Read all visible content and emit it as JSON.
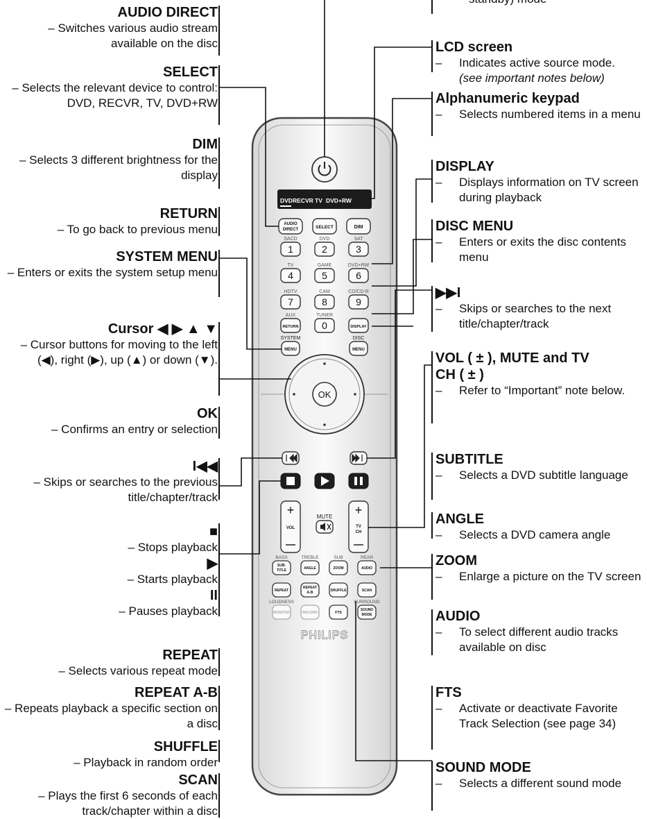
{
  "left_labels": [
    {
      "key": "audio_direct",
      "heading": "AUDIO DIRECT",
      "desc": "– Switches various audio stream available on the disc"
    },
    {
      "key": "select",
      "heading": "SELECT",
      "desc": "– Selects the relevant device to control: DVD, RECVR, TV, DVD+RW"
    },
    {
      "key": "dim",
      "heading": "DIM",
      "desc": "– Selects 3 different brightness for the display"
    },
    {
      "key": "return",
      "heading": "RETURN",
      "desc": "– To go back to previous menu"
    },
    {
      "key": "system_menu",
      "heading": "SYSTEM MENU",
      "desc": "– Enters or exits the system setup menu"
    },
    {
      "key": "cursor",
      "heading": "Cursor ◀ ▶ ▲ ▼",
      "desc": "– Cursor buttons for moving to the left (◀), right (▶), up (▲) or down (▼)."
    },
    {
      "key": "ok",
      "heading": "OK",
      "desc": "– Confirms an entry or selection"
    },
    {
      "key": "prev",
      "heading": "I◀◀",
      "desc": "– Skips or searches to the previous title/chapter/track"
    },
    {
      "key": "stop",
      "heading": "■",
      "desc": "– Stops playback"
    },
    {
      "key": "play",
      "heading": "▶",
      "desc": "– Starts playback"
    },
    {
      "key": "pause",
      "heading": "II",
      "desc": "– Pauses playback"
    },
    {
      "key": "repeat",
      "heading": "REPEAT",
      "desc": "– Selects various repeat mode"
    },
    {
      "key": "repeat_ab",
      "heading": "REPEAT A-B",
      "desc": "– Repeats playback a specific section on a disc"
    },
    {
      "key": "shuffle",
      "heading": "SHUFFLE",
      "desc": "– Playback in random order"
    },
    {
      "key": "scan",
      "heading": "SCAN",
      "desc": "– Plays the first 6 seconds of each track/chapter within a disc"
    }
  ],
  "right_labels": [
    {
      "key": "standby_tail",
      "heading": "",
      "desc": "standby) mode"
    },
    {
      "key": "lcd",
      "heading": "LCD screen",
      "desc": "Indicates active source mode.",
      "note": "(see important notes below)"
    },
    {
      "key": "keypad",
      "heading": "Alphanumeric keypad",
      "desc": "Selects numbered items in a menu"
    },
    {
      "key": "display",
      "heading": "DISPLAY",
      "desc": "Displays information on TV screen during playback"
    },
    {
      "key": "disc_menu",
      "heading": "DISC MENU",
      "desc": "Enters or exits the disc contents menu"
    },
    {
      "key": "next",
      "heading": "▶▶I",
      "desc": "Skips or searches to the next title/chapter/track"
    },
    {
      "key": "vol",
      "heading": "VOL ( ± ), MUTE and TV CH ( ± )",
      "desc": "Refer to “Important” note below."
    },
    {
      "key": "subtitle",
      "heading": "SUBTITLE",
      "desc": "Selects a DVD subtitle language"
    },
    {
      "key": "angle",
      "heading": "ANGLE",
      "desc": "Selects a DVD camera angle"
    },
    {
      "key": "zoom",
      "heading": "ZOOM",
      "desc": "Enlarge a picture on the TV screen"
    },
    {
      "key": "audio",
      "heading": "AUDIO",
      "desc": "To select different audio tracks available on disc"
    },
    {
      "key": "fts",
      "heading": "FTS",
      "desc": "Activate or deactivate Favorite Track Selection (see page 34)"
    },
    {
      "key": "sound_mode",
      "heading": "SOUND MODE",
      "desc": "Selects a different sound mode"
    }
  ],
  "remote": {
    "lcd_items": [
      "DVD",
      "RECVR",
      "TV",
      "DVD+RW"
    ],
    "btn_audio_direct": [
      "AUDIO",
      "DIRECT"
    ],
    "btn_select": "SELECT",
    "btn_dim": "DIM",
    "keypad": [
      {
        "top": "SACD",
        "num": "1"
      },
      {
        "top": "DVD",
        "num": "2"
      },
      {
        "top": "SAT",
        "num": "3"
      },
      {
        "top": "TV",
        "num": "4"
      },
      {
        "top": "GAME",
        "num": "5"
      },
      {
        "top": "DVD+RW",
        "num": "6"
      },
      {
        "top": "HDTV",
        "num": "7"
      },
      {
        "top": "CAM",
        "num": "8"
      },
      {
        "top": "CD/CD-R",
        "num": "9"
      }
    ],
    "row4": [
      {
        "top": "AUX",
        "btn": "RETURN"
      },
      {
        "top": "TUNER",
        "btn": "0"
      },
      {
        "top": "",
        "btn": "DISPLAY"
      }
    ],
    "system_label": "SYSTEM",
    "system_btn": "MENU",
    "disc_label": "DISC",
    "disc_btn": "MENU",
    "ok": "OK",
    "vol": "VOL",
    "tvch": [
      "TV",
      "CH"
    ],
    "mute": "MUTE",
    "fn_top": [
      "BASS",
      "TREBLE",
      "SUB",
      "REAR"
    ],
    "fn_btn": [
      [
        "SUB-",
        "TITLE"
      ],
      [
        "ANGLE"
      ],
      [
        "ZOOM"
      ],
      [
        "AUDIO"
      ]
    ],
    "row_b": [
      [
        "REPEAT"
      ],
      [
        "REPEAT",
        "A-B"
      ],
      [
        "SHUFFLE"
      ],
      [
        "SCAN"
      ]
    ],
    "row_c_top": [
      "LOUDNESS",
      "",
      "",
      "SURROUND"
    ],
    "row_c": [
      [
        "MONITOR"
      ],
      [
        "RECORD"
      ],
      [
        "FTS"
      ],
      [
        "SOUND",
        "MODE"
      ]
    ],
    "brand": "PHILIPS"
  }
}
